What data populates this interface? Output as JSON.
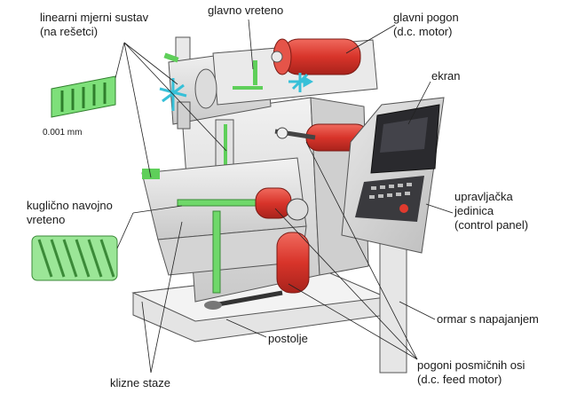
{
  "labels": {
    "linear_scale": {
      "line1": "linearni  mjerni  sustav",
      "line2": "(na  rešetci)"
    },
    "scale_value": "0.001 mm",
    "spindle": "glavno vreteno",
    "main_drive": {
      "line1": "glavni  pogon",
      "line2": "(d.c.  motor)"
    },
    "screen": "ekran",
    "ball_screw": {
      "line1": "kuglično  navojno",
      "line2": "vreteno"
    },
    "control_unit": {
      "line1": "upravljačka",
      "line2": "jedinica",
      "line3": "(control  panel)"
    },
    "power_cabinet": "ormar s napajanjem",
    "base": "postolje",
    "feed_drives": {
      "line1": "pogoni  posmičnih  osi",
      "line2": "(d.c.  feed  motor)"
    },
    "slideways": "klizne  staze"
  },
  "colors": {
    "motor_red": "#e03a2e",
    "accent_green": "#5fcf5a",
    "screen_dark": "#2a2a2e",
    "machine_gray": "#d8d8d8",
    "cyan_arrow": "#36c0d8"
  }
}
